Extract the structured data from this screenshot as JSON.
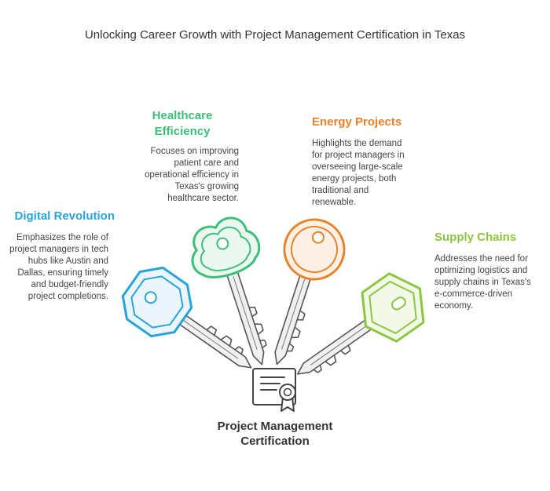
{
  "title": "Unlocking Career Growth with Project Management Certification in Texas",
  "items": [
    {
      "heading": "Digital Revolution",
      "description": "Emphasizes the role of project managers in tech hubs like Austin and Dallas, ensuring timely and budget-friendly project completions.",
      "color": "#2ba3d9"
    },
    {
      "heading": "Healthcare Efficiency",
      "description": "Focuses on improving patient care and operational efficiency in Texas's growing healthcare sector.",
      "color": "#3dbf7a"
    },
    {
      "heading": "Energy Projects",
      "description": "Highlights the demand for project managers in overseeing large-scale energy projects, both traditional and renewable.",
      "color": "#e8822a"
    },
    {
      "heading": "Supply Chains",
      "description": "Addresses the need for optimizing logistics and supply chains in Texas's e-commerce-driven economy.",
      "color": "#8cc63f"
    }
  ],
  "center": {
    "label": "Project Management Certification",
    "icon": "certificate-icon"
  }
}
